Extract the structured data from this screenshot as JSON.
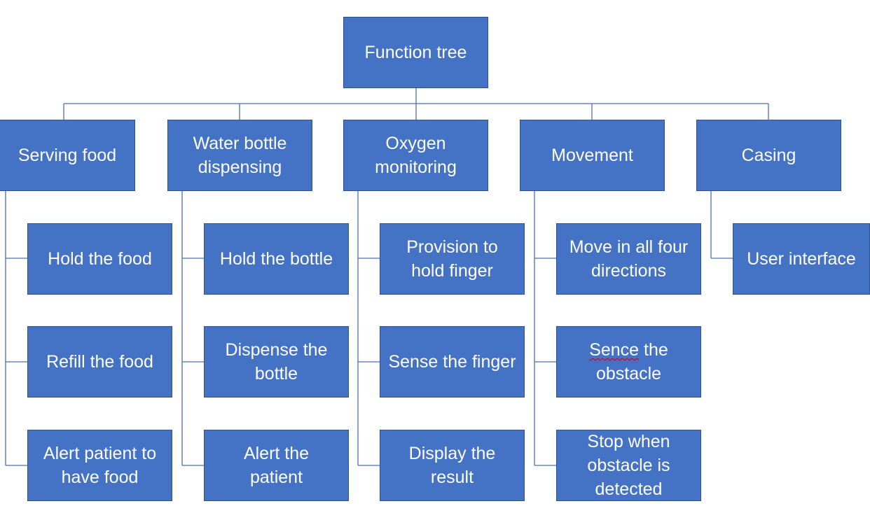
{
  "colors": {
    "box_fill": "#4472c4",
    "box_border": "#2f528f",
    "connector": "#4a6fa8",
    "text": "#ffffff",
    "spellcheck_underline": "#d00000"
  },
  "root": {
    "label": "Function tree"
  },
  "branches": [
    {
      "label": "Serving food",
      "children": [
        {
          "label": "Hold the food"
        },
        {
          "label": "Refill the food"
        },
        {
          "label": "Alert patient to\nhave food"
        }
      ]
    },
    {
      "label": "Water bottle\ndispensing",
      "children": [
        {
          "label": "Hold the bottle"
        },
        {
          "label": "Dispense  the\nbottle"
        },
        {
          "label": "Alert the\npatient"
        }
      ]
    },
    {
      "label": "Oxygen\nmonitoring",
      "children": [
        {
          "label": "Provision to\nhold finger"
        },
        {
          "label": "Sense the finger"
        },
        {
          "label": "Display the\nresult"
        }
      ]
    },
    {
      "label": "Movement",
      "children": [
        {
          "label": "Move in all four\ndirections"
        },
        {
          "label_misspelled": "Sence",
          "label_rest": " the\nobstacle"
        },
        {
          "label": "Stop when\nobstacle is\ndetected"
        }
      ]
    },
    {
      "label": "Casing",
      "children": [
        {
          "label": "User interface"
        }
      ]
    }
  ]
}
